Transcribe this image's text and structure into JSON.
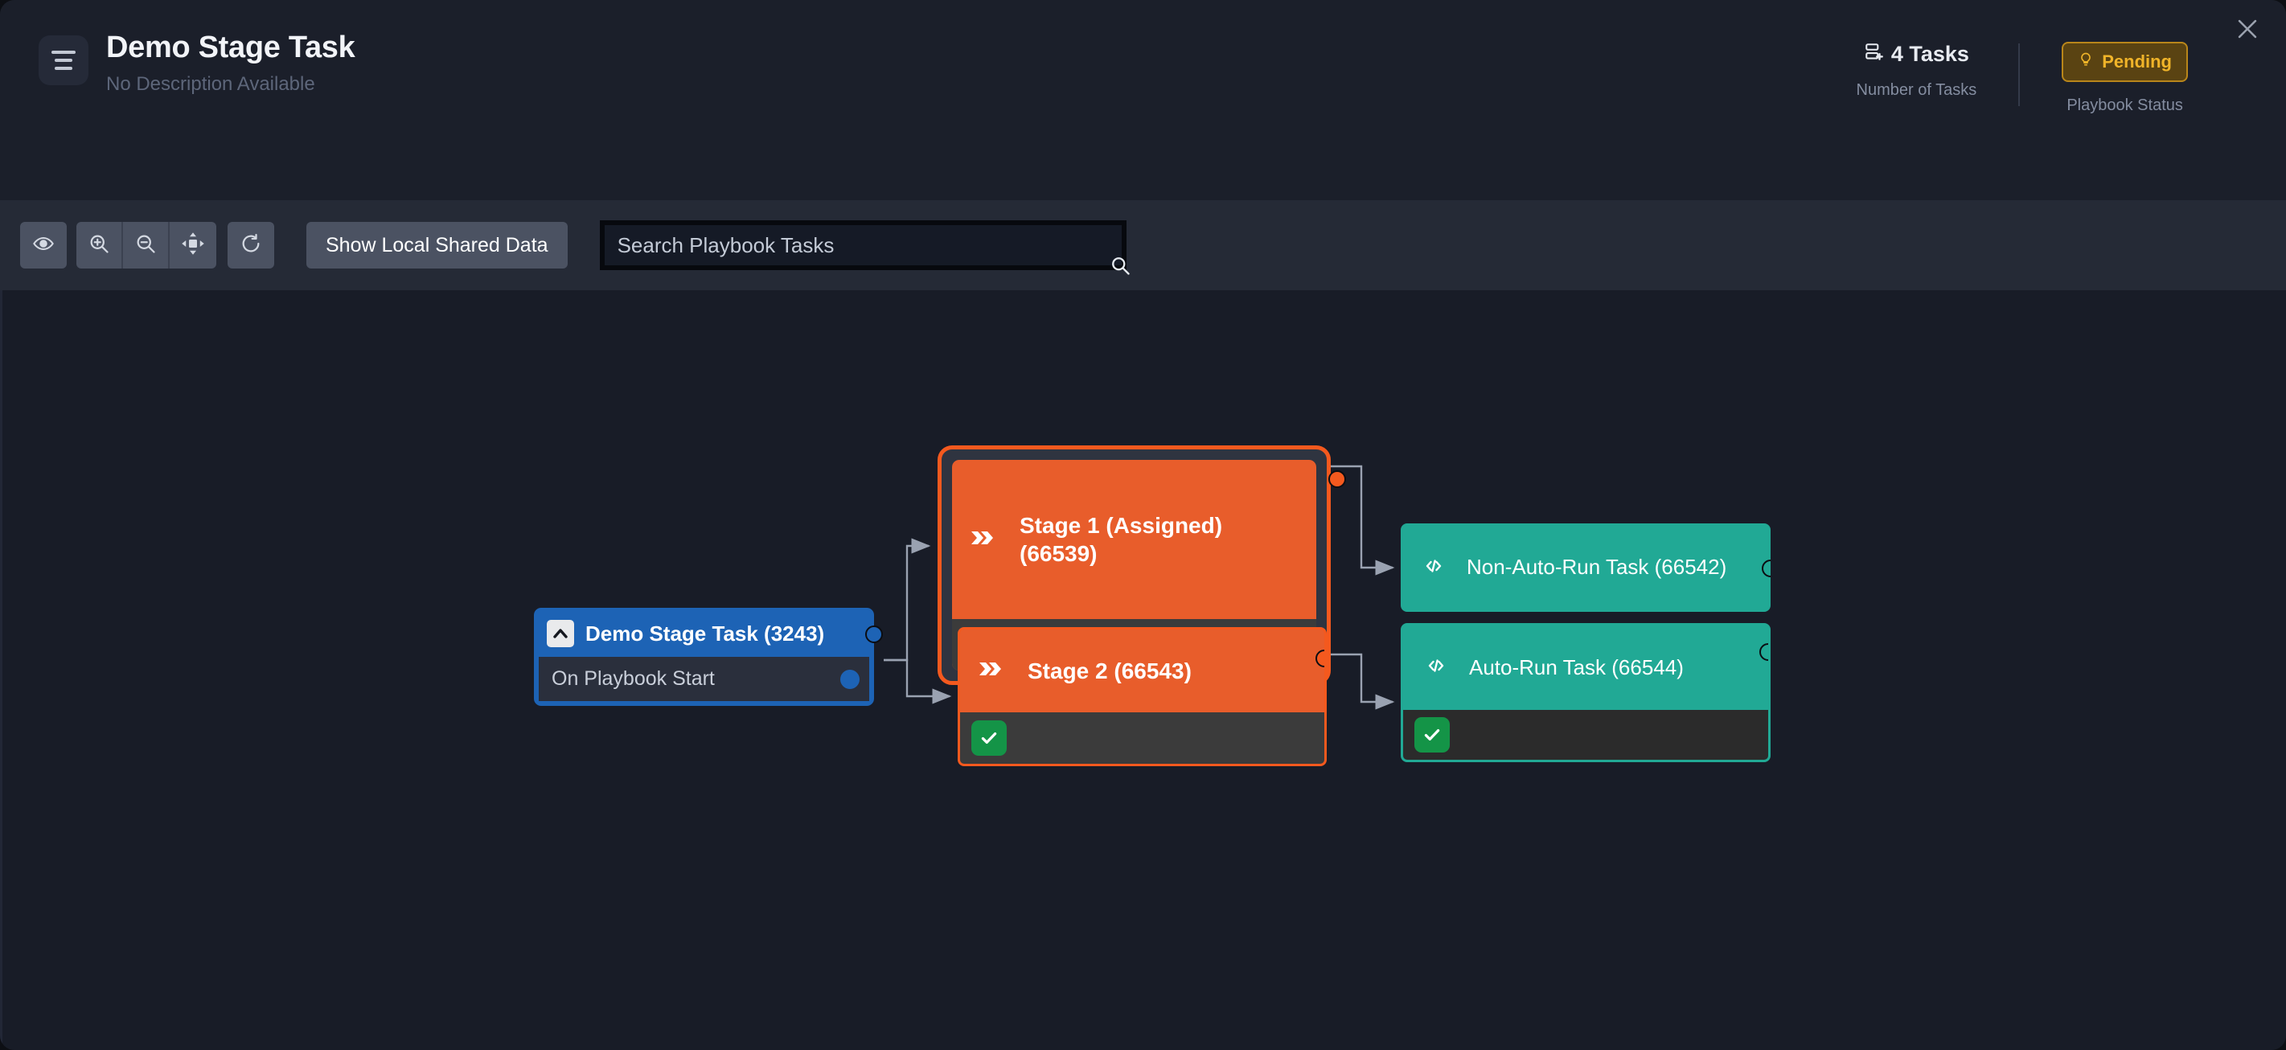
{
  "header": {
    "menu_icon": "list-lines-icon",
    "title": "Demo Stage Task",
    "subtitle": "No Description Available",
    "stats": [
      {
        "icon": "tasks-stack-icon",
        "value": "4 Tasks",
        "label": "Number of Tasks"
      }
    ],
    "status": {
      "icon": "lightbulb-icon",
      "badge_label": "Pending",
      "label": "Playbook Status",
      "badge_color": "#f0b429",
      "badge_bg": "#5a4312",
      "badge_border": "#b9861a"
    },
    "close_icon": "close-icon"
  },
  "toolbar": {
    "buttons": [
      {
        "name": "toggle-visibility-button",
        "icon": "eye-icon"
      },
      {
        "name": "zoom-in-button",
        "icon": "zoom-in-icon"
      },
      {
        "name": "zoom-out-button",
        "icon": "zoom-out-icon"
      },
      {
        "name": "fit-to-screen-button",
        "icon": "fit-screen-icon"
      },
      {
        "name": "refresh-button",
        "icon": "refresh-icon"
      }
    ],
    "show_shared_label": "Show Local Shared Data"
  },
  "search": {
    "placeholder": "Search Playbook Tasks",
    "value": "",
    "icon": "search-icon"
  },
  "graph": {
    "nodes": [
      {
        "id": "start",
        "type": "start",
        "icon": "caret-up-icon",
        "title": "Demo Stage Task (3243)",
        "footer": "On Playbook Start",
        "color": "#1d63b5"
      },
      {
        "id": "stage1",
        "type": "stage",
        "icon": "double-chevron-icon",
        "title": "Stage 1 (Assigned) (66539)",
        "status_icon": "lightbulb-icon",
        "status_color": "#e9a215",
        "color": "#e85d2b",
        "selected": true
      },
      {
        "id": "stage2",
        "type": "stage",
        "icon": "double-chevron-icon",
        "title": "Stage 2 (66543)",
        "status_icon": "check-icon",
        "status_color": "#149447",
        "color": "#e85d2b",
        "selected": false
      },
      {
        "id": "task1",
        "type": "task",
        "icon": "code-icon",
        "title": "Non-Auto-Run Task (66542)",
        "color": "#21a995"
      },
      {
        "id": "task2",
        "type": "task",
        "icon": "code-icon",
        "title": "Auto-Run Task (66544)",
        "status_icon": "check-icon",
        "status_color": "#149447",
        "color": "#21a995"
      }
    ],
    "edges": [
      {
        "from": "start",
        "to": "stage1"
      },
      {
        "from": "start",
        "to": "stage2"
      },
      {
        "from": "stage1",
        "to": "task1"
      },
      {
        "from": "stage2",
        "to": "task2"
      }
    ],
    "edge_color": "#9aa2b1"
  }
}
